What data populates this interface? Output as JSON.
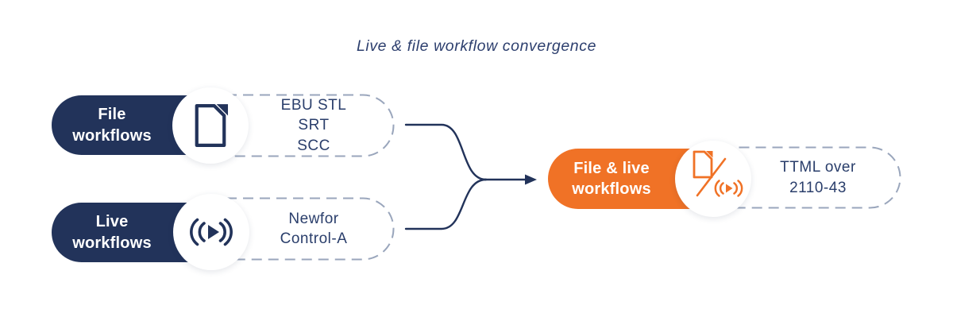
{
  "title": "Live & file workflow convergence",
  "colors": {
    "navy": "#22335a",
    "orange": "#f07226",
    "dash_border": "#9aa6bc",
    "box_text": "#2a3e6b",
    "title_text": "#2d3f6e",
    "background": "#ffffff"
  },
  "nodes": {
    "file": {
      "label": "File workflows",
      "icon": "document-icon",
      "outputs": [
        "EBU STL",
        "SRT",
        "SCC"
      ]
    },
    "live": {
      "label": "Live workflows",
      "icon": "live-broadcast-icon",
      "outputs": [
        "Newfor",
        "Control-A"
      ]
    },
    "converged": {
      "label": "File & live workflows",
      "icon": "document-slash-live-icon",
      "outputs": [
        "TTML over",
        "2110-43"
      ]
    }
  }
}
